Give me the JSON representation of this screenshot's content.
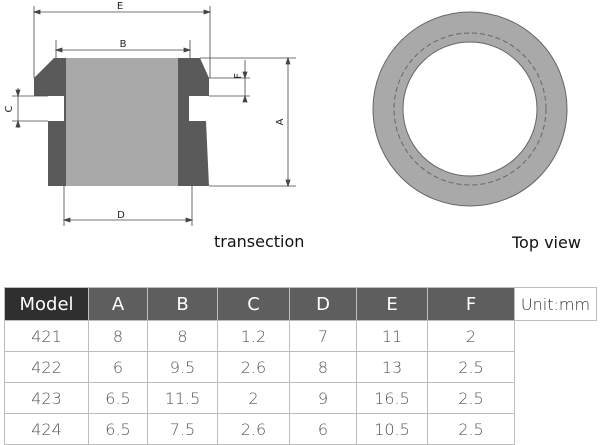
{
  "diagram": {
    "dimension_labels": {
      "A": "A",
      "B": "B",
      "C": "C",
      "D": "D",
      "E": "E",
      "F": "F"
    },
    "captions": {
      "transection": "transection",
      "top_view": "Top view"
    },
    "colors": {
      "part_body": "#5a5a5a",
      "part_bore": "#a9a9a9",
      "ring_fill": "#a9a9a9",
      "ring_edge": "#666666"
    }
  },
  "table": {
    "headers": [
      "Model",
      "A",
      "B",
      "C",
      "D",
      "E",
      "F"
    ],
    "rows": [
      [
        "421",
        "8",
        "8",
        "1.2",
        "7",
        "11",
        "2"
      ],
      [
        "422",
        "6",
        "9.5",
        "2.6",
        "8",
        "13",
        "2.5"
      ],
      [
        "423",
        "6.5",
        "11.5",
        "2",
        "9",
        "16.5",
        "2.5"
      ],
      [
        "424",
        "6.5",
        "7.5",
        "2.6",
        "6",
        "10.5",
        "2.5"
      ]
    ],
    "unit": "Unit:mm"
  }
}
